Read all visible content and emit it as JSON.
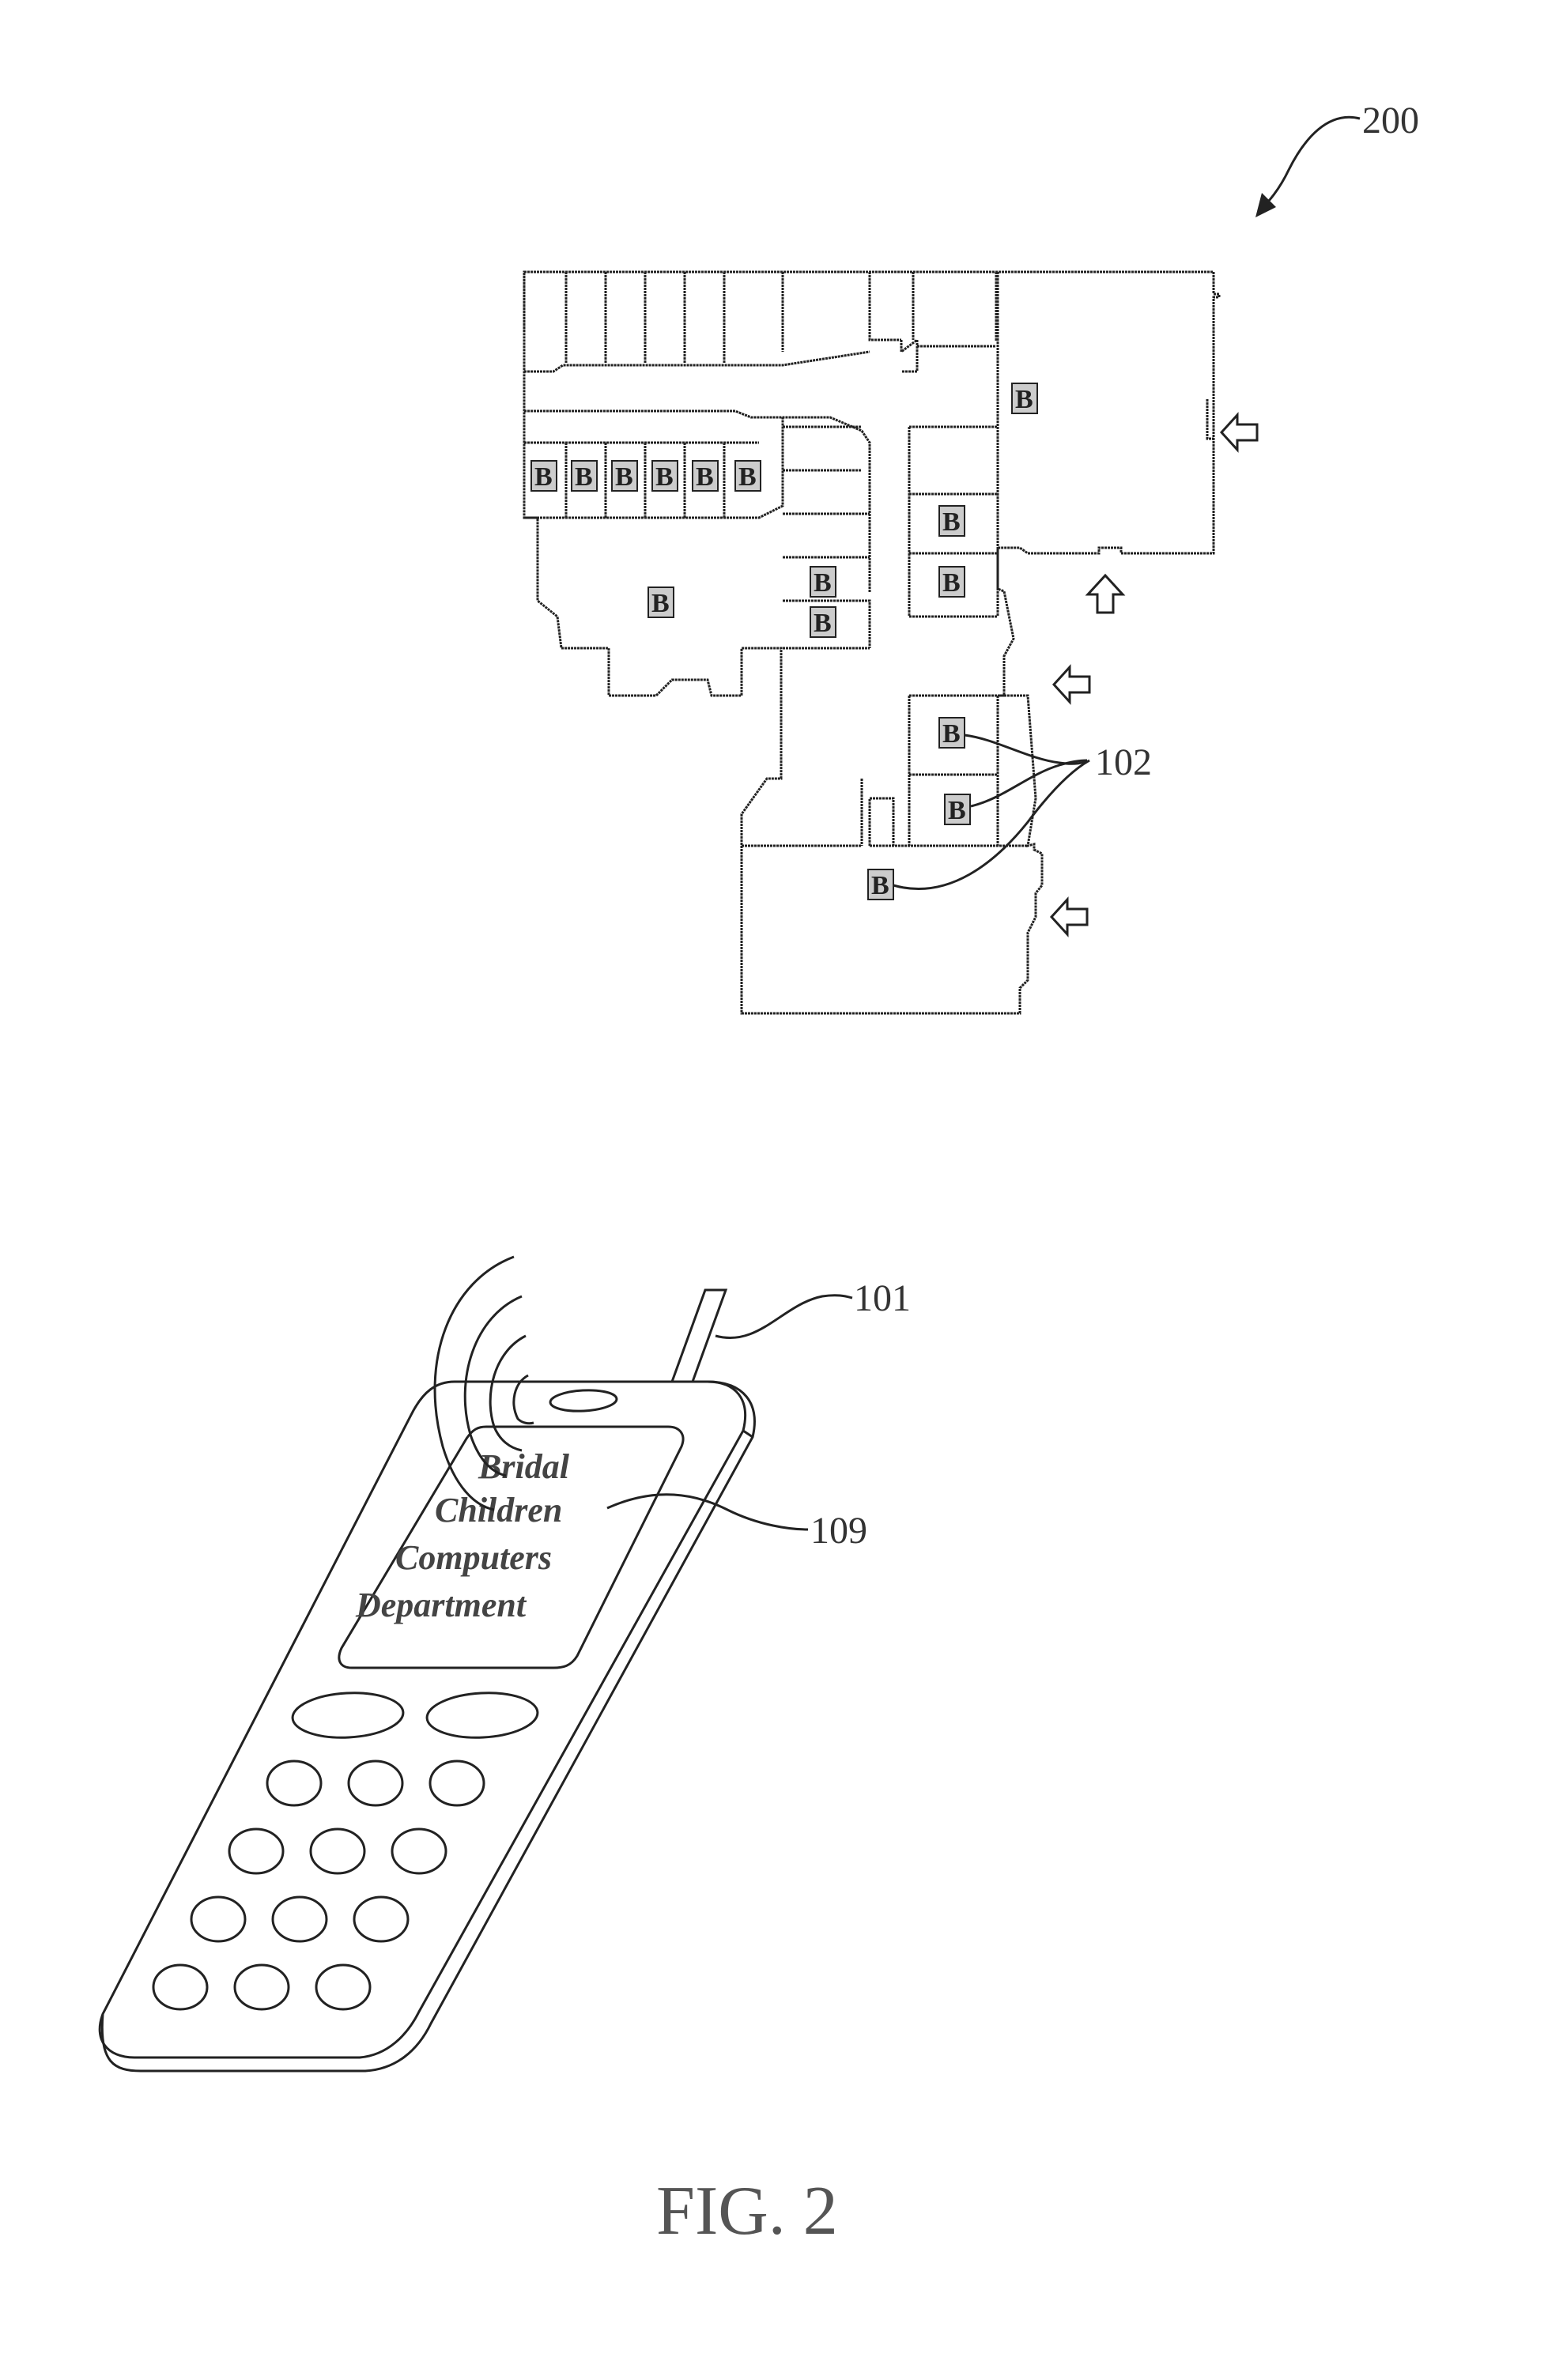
{
  "figure": {
    "ref_floorplan": "200",
    "ref_beacons": "102",
    "ref_antenna": "101",
    "ref_display": "109",
    "beacon_label": "B",
    "screen_lines": [
      "Bridal",
      "Children",
      "Computers",
      "Department"
    ],
    "caption": "FIG. 2"
  }
}
